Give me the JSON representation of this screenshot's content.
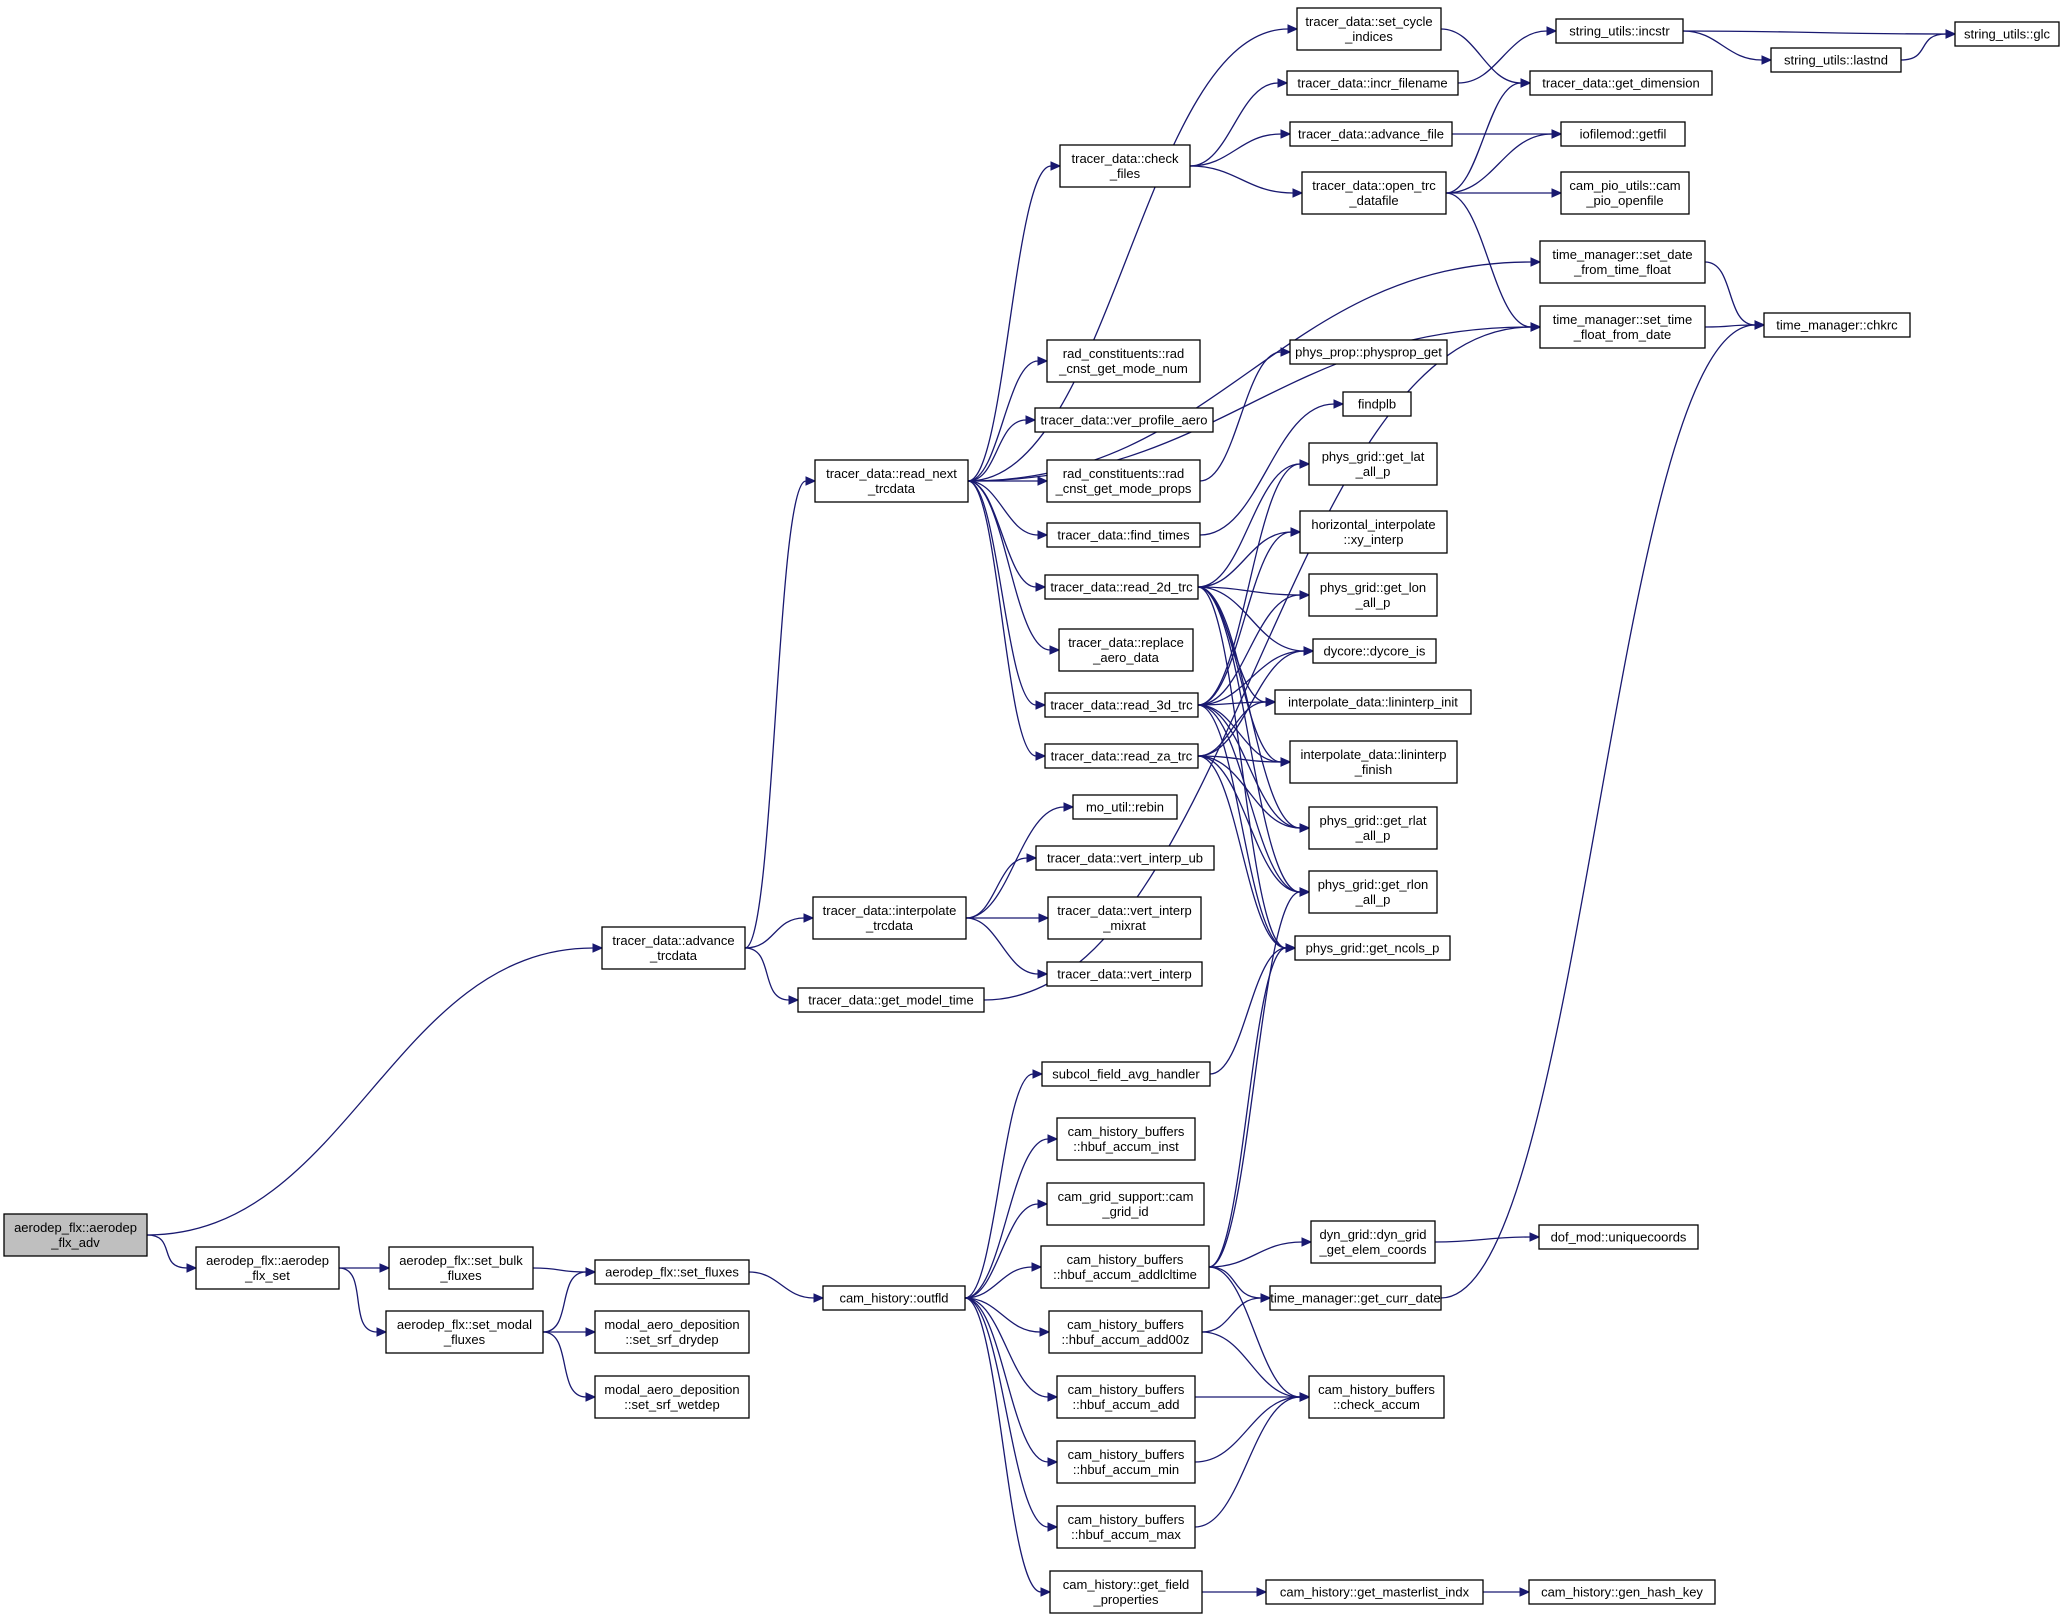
{
  "diagram": {
    "type": "call-graph",
    "colors": {
      "edge": "#191970",
      "node_border": "#000000",
      "root_fill": "#bfbfbf",
      "node_fill": "#ffffff"
    },
    "nodes": [
      {
        "id": "n1",
        "lines": [
          "aerodep_flx::aerodep",
          "_flx_adv"
        ],
        "root": true
      },
      {
        "id": "n2",
        "lines": [
          "tracer_data::advance",
          "_trcdata"
        ]
      },
      {
        "id": "n3",
        "lines": [
          "aerodep_flx::aerodep",
          "_flx_set"
        ]
      },
      {
        "id": "n4",
        "lines": [
          "tracer_data::read_next",
          "_trcdata"
        ]
      },
      {
        "id": "n5",
        "lines": [
          "tracer_data::interpolate",
          "_trcdata"
        ]
      },
      {
        "id": "n6",
        "lines": [
          "tracer_data::get_model_time"
        ]
      },
      {
        "id": "n7",
        "lines": [
          "tracer_data::set_cycle",
          "_indices"
        ]
      },
      {
        "id": "n8",
        "lines": [
          "tracer_data::check",
          "_files"
        ]
      },
      {
        "id": "n9",
        "lines": [
          "tracer_data::incr_filename"
        ]
      },
      {
        "id": "n10",
        "lines": [
          "tracer_data::advance_file"
        ]
      },
      {
        "id": "n11",
        "lines": [
          "tracer_data::open_trc",
          "_datafile"
        ]
      },
      {
        "id": "n12",
        "lines": [
          "string_utils::incstr"
        ]
      },
      {
        "id": "n13",
        "lines": [
          "string_utils::lastnd"
        ]
      },
      {
        "id": "n14",
        "lines": [
          "string_utils::glc"
        ]
      },
      {
        "id": "n15",
        "lines": [
          "tracer_data::get_dimension"
        ]
      },
      {
        "id": "n16",
        "lines": [
          "iofilemod::getfil"
        ]
      },
      {
        "id": "n17",
        "lines": [
          "cam_pio_utils::cam",
          "_pio_openfile"
        ]
      },
      {
        "id": "n18",
        "lines": [
          "time_manager::set_date",
          "_from_time_float"
        ]
      },
      {
        "id": "n19",
        "lines": [
          "time_manager::set_time",
          "_float_from_date"
        ]
      },
      {
        "id": "n20",
        "lines": [
          "time_manager::chkrc"
        ]
      },
      {
        "id": "n21",
        "lines": [
          "rad_constituents::rad",
          "_cnst_get_mode_num"
        ]
      },
      {
        "id": "n22",
        "lines": [
          "tracer_data::ver_profile_aero"
        ]
      },
      {
        "id": "n23",
        "lines": [
          "rad_constituents::rad",
          "_cnst_get_mode_props"
        ]
      },
      {
        "id": "n24",
        "lines": [
          "tracer_data::find_times"
        ]
      },
      {
        "id": "n25",
        "lines": [
          "tracer_data::read_2d_trc"
        ]
      },
      {
        "id": "n26",
        "lines": [
          "tracer_data::replace",
          "_aero_data"
        ]
      },
      {
        "id": "n27",
        "lines": [
          "tracer_data::read_3d_trc"
        ]
      },
      {
        "id": "n28",
        "lines": [
          "tracer_data::read_za_trc"
        ]
      },
      {
        "id": "n29",
        "lines": [
          "phys_prop::physprop_get"
        ]
      },
      {
        "id": "n30",
        "lines": [
          "findplb"
        ]
      },
      {
        "id": "n31",
        "lines": [
          "phys_grid::get_lat",
          "_all_p"
        ]
      },
      {
        "id": "n32",
        "lines": [
          "horizontal_interpolate",
          "::xy_interp"
        ]
      },
      {
        "id": "n33",
        "lines": [
          "phys_grid::get_lon",
          "_all_p"
        ]
      },
      {
        "id": "n34",
        "lines": [
          "dycore::dycore_is"
        ]
      },
      {
        "id": "n35",
        "lines": [
          "interpolate_data::lininterp_init"
        ]
      },
      {
        "id": "n36",
        "lines": [
          "interpolate_data::lininterp",
          "_finish"
        ]
      },
      {
        "id": "n37",
        "lines": [
          "phys_grid::get_rlat",
          "_all_p"
        ]
      },
      {
        "id": "n38",
        "lines": [
          "phys_grid::get_rlon",
          "_all_p"
        ]
      },
      {
        "id": "n39",
        "lines": [
          "phys_grid::get_ncols_p"
        ]
      },
      {
        "id": "n40",
        "lines": [
          "mo_util::rebin"
        ]
      },
      {
        "id": "n41",
        "lines": [
          "tracer_data::vert_interp_ub"
        ]
      },
      {
        "id": "n42",
        "lines": [
          "tracer_data::vert_interp",
          "_mixrat"
        ]
      },
      {
        "id": "n43",
        "lines": [
          "tracer_data::vert_interp"
        ]
      },
      {
        "id": "n44",
        "lines": [
          "aerodep_flx::set_bulk",
          "_fluxes"
        ]
      },
      {
        "id": "n45",
        "lines": [
          "aerodep_flx::set_modal",
          "_fluxes"
        ]
      },
      {
        "id": "n46",
        "lines": [
          "aerodep_flx::set_fluxes"
        ]
      },
      {
        "id": "n47",
        "lines": [
          "modal_aero_deposition",
          "::set_srf_drydep"
        ]
      },
      {
        "id": "n48",
        "lines": [
          "modal_aero_deposition",
          "::set_srf_wetdep"
        ]
      },
      {
        "id": "n49",
        "lines": [
          "cam_history::outfld"
        ]
      },
      {
        "id": "n50",
        "lines": [
          "subcol_field_avg_handler"
        ]
      },
      {
        "id": "n51",
        "lines": [
          "cam_history_buffers",
          "::hbuf_accum_inst"
        ]
      },
      {
        "id": "n52",
        "lines": [
          "cam_grid_support::cam",
          "_grid_id"
        ]
      },
      {
        "id": "n53",
        "lines": [
          "cam_history_buffers",
          "::hbuf_accum_addlcltime"
        ]
      },
      {
        "id": "n54",
        "lines": [
          "cam_history_buffers",
          "::hbuf_accum_add00z"
        ]
      },
      {
        "id": "n55",
        "lines": [
          "cam_history_buffers",
          "::hbuf_accum_add"
        ]
      },
      {
        "id": "n56",
        "lines": [
          "cam_history_buffers",
          "::hbuf_accum_min"
        ]
      },
      {
        "id": "n57",
        "lines": [
          "cam_history_buffers",
          "::hbuf_accum_max"
        ]
      },
      {
        "id": "n58",
        "lines": [
          "cam_history::get_field",
          "_properties"
        ]
      },
      {
        "id": "n59",
        "lines": [
          "dyn_grid::dyn_grid",
          "_get_elem_coords"
        ]
      },
      {
        "id": "n60",
        "lines": [
          "dof_mod::uniquecoords"
        ]
      },
      {
        "id": "n61",
        "lines": [
          "time_manager::get_curr_date"
        ]
      },
      {
        "id": "n62",
        "lines": [
          "cam_history_buffers",
          "::check_accum"
        ]
      },
      {
        "id": "n63",
        "lines": [
          "cam_history::get_masterlist_indx"
        ]
      },
      {
        "id": "n64",
        "lines": [
          "cam_history::gen_hash_key"
        ]
      }
    ],
    "edges": [
      [
        "n1",
        "n2"
      ],
      [
        "n1",
        "n3"
      ],
      [
        "n2",
        "n4"
      ],
      [
        "n2",
        "n5"
      ],
      [
        "n2",
        "n6"
      ],
      [
        "n3",
        "n44"
      ],
      [
        "n3",
        "n45"
      ],
      [
        "n4",
        "n7"
      ],
      [
        "n4",
        "n8"
      ],
      [
        "n4",
        "n18"
      ],
      [
        "n4",
        "n19"
      ],
      [
        "n4",
        "n21"
      ],
      [
        "n4",
        "n22"
      ],
      [
        "n4",
        "n23"
      ],
      [
        "n4",
        "n24"
      ],
      [
        "n4",
        "n25"
      ],
      [
        "n4",
        "n26"
      ],
      [
        "n4",
        "n27"
      ],
      [
        "n4",
        "n28"
      ],
      [
        "n7",
        "n15"
      ],
      [
        "n8",
        "n9"
      ],
      [
        "n8",
        "n10"
      ],
      [
        "n8",
        "n11"
      ],
      [
        "n9",
        "n12"
      ],
      [
        "n10",
        "n16"
      ],
      [
        "n11",
        "n15"
      ],
      [
        "n11",
        "n16"
      ],
      [
        "n11",
        "n17"
      ],
      [
        "n11",
        "n19"
      ],
      [
        "n12",
        "n13"
      ],
      [
        "n12",
        "n14"
      ],
      [
        "n13",
        "n14"
      ],
      [
        "n18",
        "n20"
      ],
      [
        "n19",
        "n20"
      ],
      [
        "n23",
        "n29"
      ],
      [
        "n24",
        "n30"
      ],
      [
        "n25",
        "n31"
      ],
      [
        "n25",
        "n32"
      ],
      [
        "n25",
        "n33"
      ],
      [
        "n25",
        "n34"
      ],
      [
        "n25",
        "n35"
      ],
      [
        "n25",
        "n36"
      ],
      [
        "n25",
        "n37"
      ],
      [
        "n25",
        "n38"
      ],
      [
        "n25",
        "n39"
      ],
      [
        "n27",
        "n31"
      ],
      [
        "n27",
        "n32"
      ],
      [
        "n27",
        "n33"
      ],
      [
        "n27",
        "n34"
      ],
      [
        "n27",
        "n35"
      ],
      [
        "n27",
        "n36"
      ],
      [
        "n27",
        "n37"
      ],
      [
        "n27",
        "n38"
      ],
      [
        "n27",
        "n39"
      ],
      [
        "n28",
        "n34"
      ],
      [
        "n28",
        "n35"
      ],
      [
        "n28",
        "n36"
      ],
      [
        "n28",
        "n37"
      ],
      [
        "n28",
        "n38"
      ],
      [
        "n28",
        "n39"
      ],
      [
        "n5",
        "n40"
      ],
      [
        "n5",
        "n41"
      ],
      [
        "n5",
        "n42"
      ],
      [
        "n5",
        "n43"
      ],
      [
        "n6",
        "n19"
      ],
      [
        "n44",
        "n46"
      ],
      [
        "n45",
        "n46"
      ],
      [
        "n45",
        "n47"
      ],
      [
        "n45",
        "n48"
      ],
      [
        "n46",
        "n49"
      ],
      [
        "n49",
        "n50"
      ],
      [
        "n49",
        "n51"
      ],
      [
        "n49",
        "n52"
      ],
      [
        "n49",
        "n53"
      ],
      [
        "n49",
        "n54"
      ],
      [
        "n49",
        "n55"
      ],
      [
        "n49",
        "n56"
      ],
      [
        "n49",
        "n57"
      ],
      [
        "n49",
        "n58"
      ],
      [
        "n50",
        "n39"
      ],
      [
        "n53",
        "n59"
      ],
      [
        "n53",
        "n61"
      ],
      [
        "n53",
        "n62"
      ],
      [
        "n53",
        "n38"
      ],
      [
        "n53",
        "n39"
      ],
      [
        "n54",
        "n61"
      ],
      [
        "n54",
        "n62"
      ],
      [
        "n55",
        "n62"
      ],
      [
        "n56",
        "n62"
      ],
      [
        "n57",
        "n62"
      ],
      [
        "n58",
        "n63"
      ],
      [
        "n59",
        "n60"
      ],
      [
        "n61",
        "n20"
      ],
      [
        "n63",
        "n64"
      ]
    ]
  }
}
